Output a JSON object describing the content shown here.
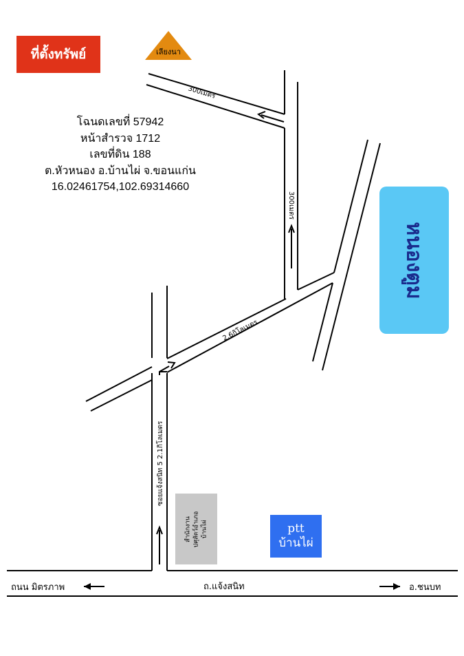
{
  "title_badge": "ที่ตั้งทรัพย์",
  "landmark_top": "เลียงนา",
  "deed_info": {
    "line1": "โฉนดเลขที่ 57942",
    "line2": "หน้าสำรวจ 1712",
    "line3": "เลขที่ดิน 188",
    "line4": "ต.หัวหนอง อ.บ้านไผ่ จ.ขอนแก่น",
    "coordinates": "16.02461754,102.69314660"
  },
  "big_label": "หนองตูม",
  "ptt": {
    "line1": "ptt",
    "line2": "บ้านไผ่"
  },
  "office": {
    "line1": "สำนักงาน",
    "line2": "ปศุสัตว์อำเภอ",
    "line3": "บ้านไผ่"
  },
  "distances": {
    "top_road": "300เมตร",
    "vertical_road": "300เมตร",
    "diagonal_road": "2.6กิโลเมตร",
    "soi_label": "ซอยแจ้งสนิท 5  2.1กิโลเมตร"
  },
  "bottom_road": {
    "left": "ถนน มิตรภาพ",
    "center": "ถ.แจ้งสนิท",
    "right": "อ.ชนบท"
  },
  "colors": {
    "badge": "#e03319",
    "landmark": "#e38a10",
    "lake": "#5ac8f5",
    "lake_text": "#1a2a8c",
    "ptt": "#2f6ff0",
    "office": "#c8c8c8"
  }
}
